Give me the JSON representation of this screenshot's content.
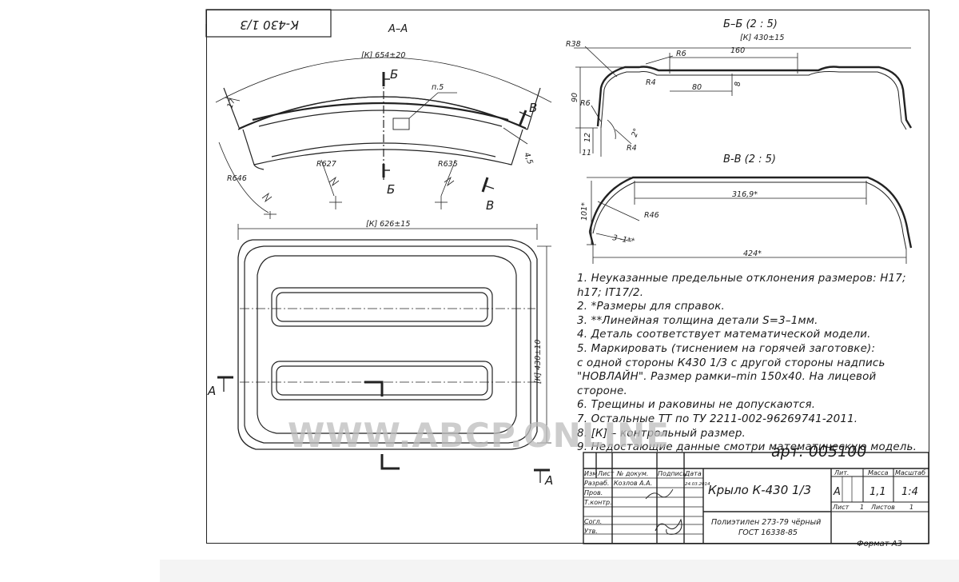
{
  "stamp": {
    "text": "К-430 1/3"
  },
  "sections": {
    "aa": "А–А",
    "bb": "Б–Б (2 : 5)",
    "vv": "В-В (2 : 5)",
    "marks": {
      "b": "Б",
      "v": "В",
      "a": "А"
    }
  },
  "dimensions": {
    "arc_length": "[К] 654±20",
    "plan_width": "[К] 626±15",
    "plan_height": "[К] 430±10",
    "bb_width": "[К] 430±15",
    "r646": "R646",
    "r627": "R627",
    "r635": "R635",
    "d17": "17",
    "d45": "4,5",
    "p5": "п.5",
    "r38": "R38",
    "r6a": "R6",
    "r6b": "R6",
    "r4a": "R4",
    "r4b": "R4",
    "d160": "160",
    "d80": "80",
    "d8": "8",
    "d90": "90",
    "d12": "12",
    "d11": "11",
    "a2": "2°",
    "d316": "316,9*",
    "d101": "101*",
    "r46": "R46",
    "d424": "424*",
    "d3": "3 -1**"
  },
  "notes": [
    "1.  Неуказанные предельные отклонения размеров: H17;",
    "h17; IT17/2.",
    "2. *Размеры для справок.",
    "3. **Линейная толщина детали S=3–1мм.",
    "4. Деталь соответствует математической модели.",
    "5. Маркировать (тиснением на горячей заготовке):",
    "с одной стороны К430 1/3 с другой стороны надпись",
    "\"НОВЛАЙН\". Размер рамки–min 150x40. На лицевой",
    "стороне.",
    "6. Трещины и раковины не допускаются.",
    "7. Остальные ТТ по ТУ 2211-002-96269741-2011.",
    "8. [К] – контрольный размер.",
    "9. Недостающие данные смотри математическую модель."
  ],
  "watermark": "WWW.ABCP.ONLINE",
  "title_block": {
    "article": "арт.  005100",
    "name": "Крыло К-430 1/3",
    "material_line1": "Полиэтилен 273-79 чёрный",
    "material_line2": "ГОСТ 16338-85",
    "headers": {
      "izm": "Изм",
      "list": "Лист",
      "doc": "№ докум.",
      "sign": "Подпись",
      "date": "Дата"
    },
    "roles": {
      "razrab": "Разраб.",
      "prov": "Пров.",
      "tkontr": "Т.контр.",
      "sogl": "Согл.",
      "utv": "Утв."
    },
    "developer": "Козлов А.А.",
    "date": "24.03.2014",
    "lit_label": "Лит.",
    "mass_label": "Масса",
    "scale_label": "Масштаб",
    "lit": "А",
    "mass": "1,1",
    "scale": "1:4",
    "sheet_label": "Лист",
    "sheet": "1",
    "sheets_label": "Листов",
    "sheets": "1"
  },
  "format": "Формат А3"
}
